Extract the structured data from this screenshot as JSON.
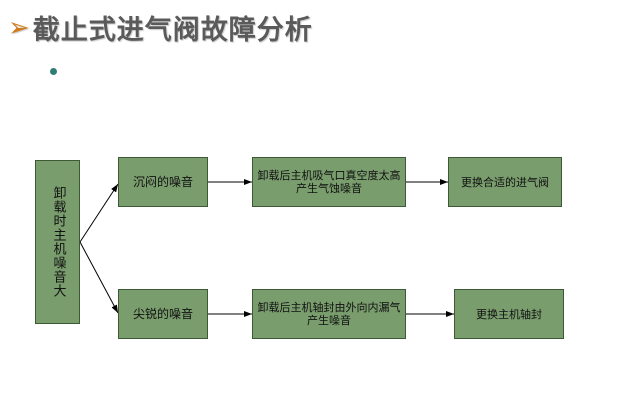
{
  "title": "截止式进气阀故障分析",
  "diagram": {
    "root": "卸载时主机噪音大",
    "branches": [
      {
        "symptom": "沉闷的噪音",
        "cause": "卸载后主机吸气口真空度太高产生气蚀噪音",
        "solution": "更换合适的进气阀"
      },
      {
        "symptom": "尖锐的噪音",
        "cause": "卸载后主机轴封由外向内漏气产生噪音",
        "solution": "更换主机轴封"
      }
    ]
  }
}
